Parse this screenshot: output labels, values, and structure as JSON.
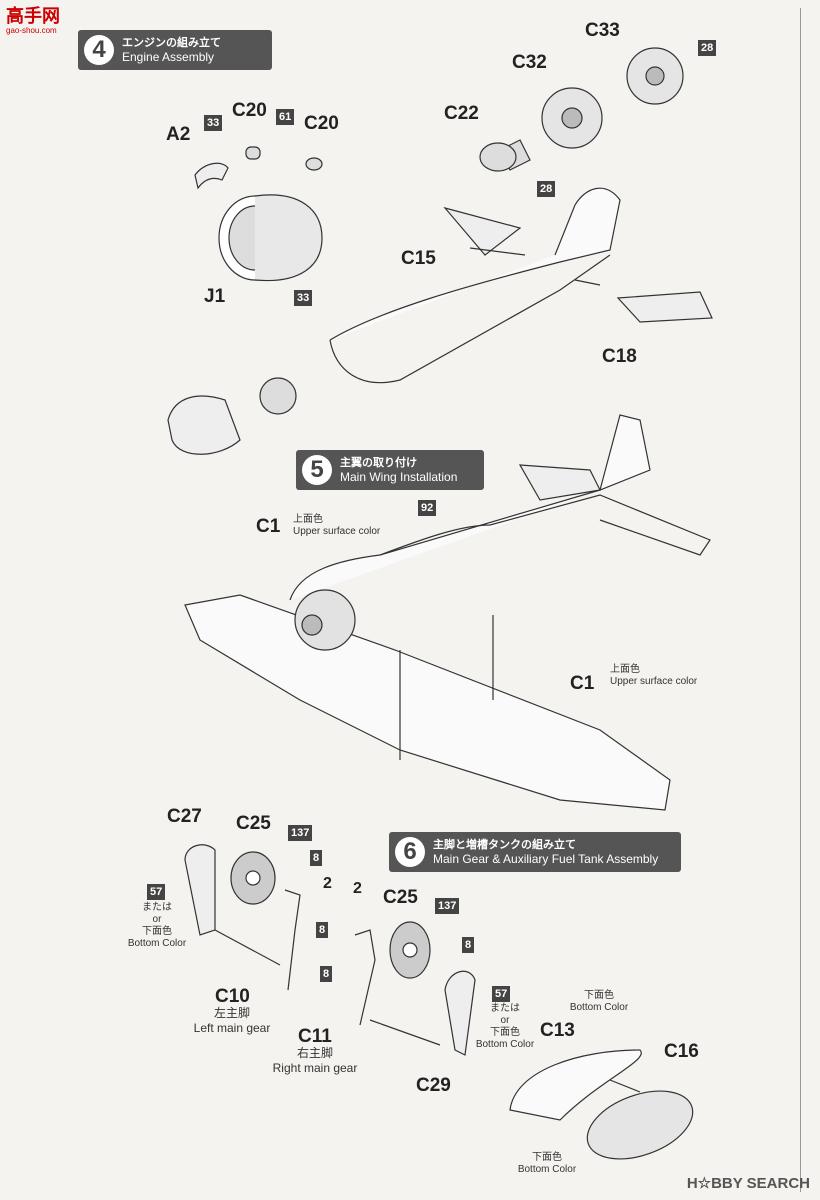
{
  "watermark_top": {
    "brand": "高手网",
    "url": "gao-shou.com"
  },
  "watermark_bottom": "H☆BBY SEARCH",
  "steps": [
    {
      "num": "4",
      "jp": "エンジンの組み立て",
      "en": "Engine Assembly"
    },
    {
      "num": "5",
      "jp": "主翼の取り付け",
      "en": "Main Wing Installation"
    },
    {
      "num": "6",
      "jp": "主脚と増槽タンクの組み立て",
      "en": "Main Gear & Auxiliary Fuel Tank Assembly"
    }
  ],
  "parts": {
    "a2": "A2",
    "c20a": "C20",
    "c20b": "C20",
    "j1": "J1",
    "c22": "C22",
    "c32": "C32",
    "c33": "C33",
    "c15": "C15",
    "c18": "C18",
    "c1a": "C1",
    "c1b": "C1",
    "c27": "C27",
    "c25a": "C25",
    "c25b": "C25",
    "c10": "C10",
    "c11": "C11",
    "c29": "C29",
    "c13": "C13",
    "c16": "C16",
    "two_a": "2",
    "two_b": "2"
  },
  "color_codes": {
    "b33a": "33",
    "b61": "61",
    "b33b": "33",
    "b28a": "28",
    "b28b": "28",
    "b92": "92",
    "b137a": "137",
    "b8a": "8",
    "b8b": "8",
    "b57a": "57",
    "b137b": "137",
    "b8c": "8",
    "b8d": "8",
    "b57b": "57"
  },
  "notes": {
    "upper_jp": "上面色",
    "upper_en": "Upper surface color",
    "upper_jp2": "上面色",
    "upper_en2": "Upper surface color",
    "or_jp": "または",
    "or_en": "or",
    "bottom_jp": "下面色",
    "bottom_en": "Bottom Color",
    "or_jp2": "または",
    "or_en2": "or",
    "bottom_jp2": "下面色",
    "bottom_en2": "Bottom Color",
    "bottom_jp3": "下面色",
    "bottom_en3": "Bottom Color",
    "bottom_jp4": "下面色",
    "bottom_en4": "Bottom Color"
  },
  "gear_labels": {
    "left_jp": "左主脚",
    "left_en": "Left main gear",
    "right_jp": "右主脚",
    "right_en": "Right main gear"
  }
}
